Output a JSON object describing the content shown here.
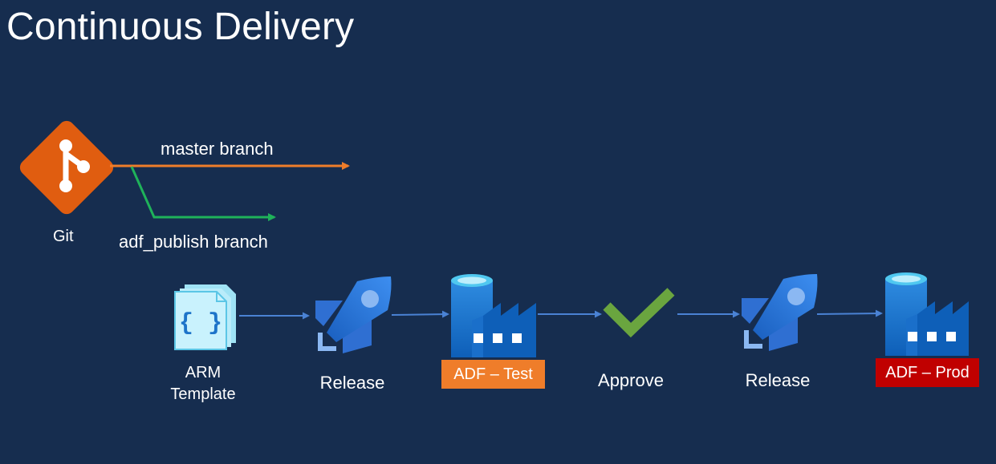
{
  "title": "Continuous Delivery",
  "git": {
    "label": "Git",
    "master_branch": "master branch",
    "publish_branch": "adf_publish branch"
  },
  "pipeline": {
    "arm_template": "ARM\nTemplate",
    "release_1": "Release",
    "adf_test": "ADF – Test",
    "approve": "Approve",
    "release_2": "Release",
    "adf_prod": "ADF – Prod"
  },
  "colors": {
    "background": "#162d4f",
    "git_orange": "#e05d10",
    "master_line": "#ef7d2a",
    "publish_line": "#1fb25a",
    "flow_arrow": "#4a82d4",
    "approve_green": "#6aa53f",
    "test_box": "#ef7d2a",
    "prod_box": "#c00000"
  }
}
